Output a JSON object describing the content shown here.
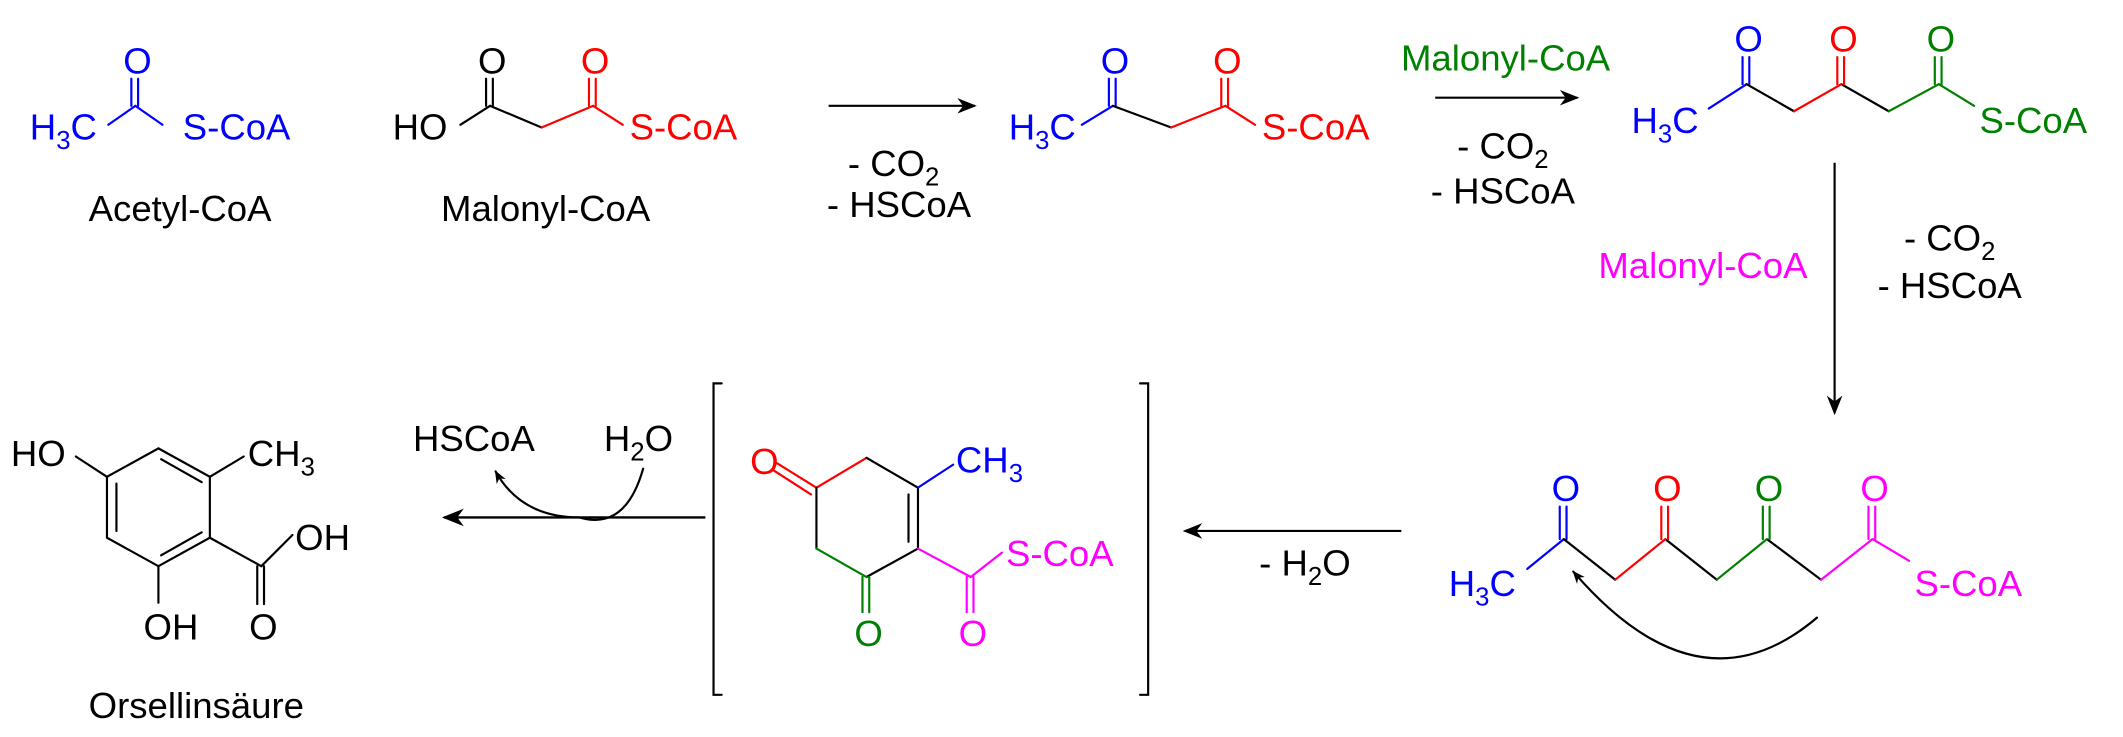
{
  "colors": {
    "blue": "#0000ff",
    "red": "#ff0000",
    "green": "#008000",
    "magenta": "#ff00ff",
    "black": "#000000"
  },
  "atoms": {
    "O": "O",
    "S_CoA": "S-CoA",
    "HO": "HO",
    "OH": "OH",
    "H": "H",
    "C": "C",
    "CH": "CH",
    "three": "3",
    "two": "2"
  },
  "compounds": {
    "acetyl_coa": "Acetyl-CoA",
    "malonyl_coa": "Malonyl-CoA",
    "orsellinic_acid": "Orsellinsäure"
  },
  "reagents": {
    "malonyl_coa_green": "Malonyl-CoA",
    "malonyl_coa_magenta": "Malonyl-CoA",
    "minus_co2": {
      "main": "- CO",
      "sub": "2"
    },
    "minus_hscoa": "- HSCoA",
    "minus_h2o": {
      "pre": "- H",
      "sub": "2",
      "post": "O"
    },
    "hscoa": "HSCoA",
    "h2o": {
      "pre": "H",
      "sub": "2",
      "post": "O"
    }
  }
}
